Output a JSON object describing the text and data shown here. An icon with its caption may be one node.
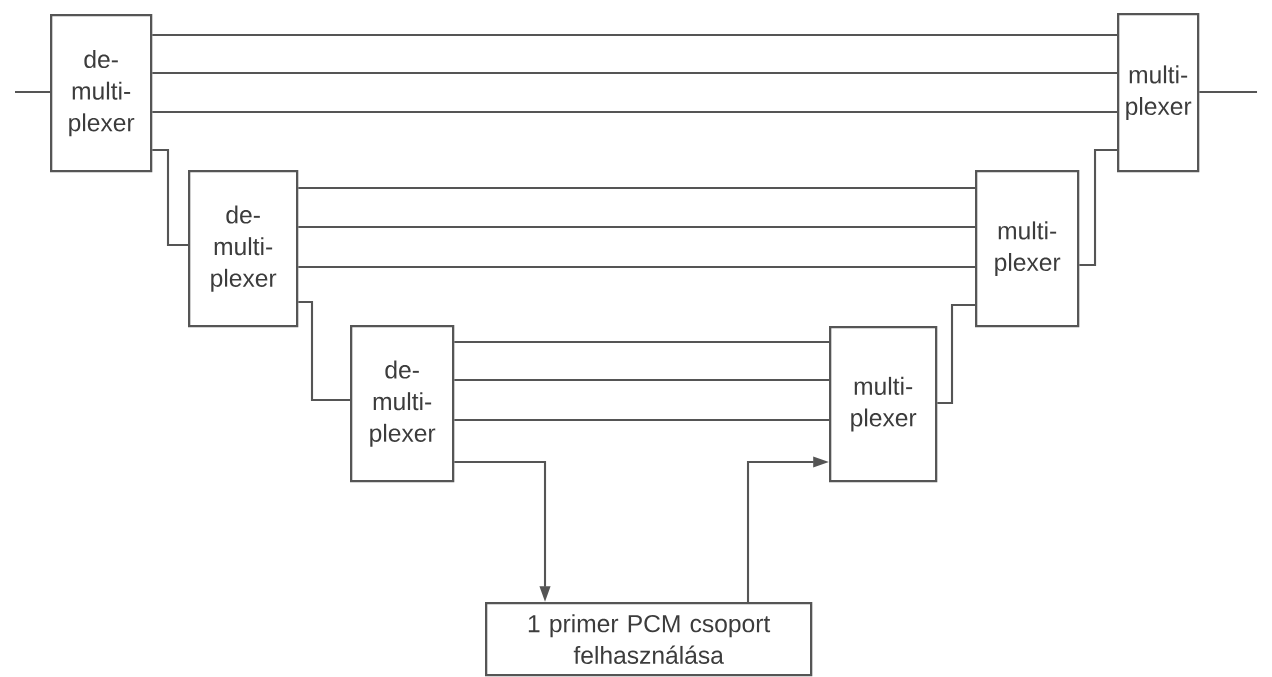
{
  "diagram": {
    "nodes": [
      {
        "text": [
          "de- multi- plexer"
        ]
      },
      {
        "text": [
          "multi- plexer"
        ]
      },
      {
        "text": [
          "de- multi- plexer"
        ]
      },
      {
        "text": [
          "multi- plexer"
        ]
      },
      {
        "text": [
          "de- multi- plexer"
        ]
      },
      {
        "text": [
          "multi- plexer"
        ]
      },
      {
        "text": [
          "1 primer PCM csoport felhasználása"
        ]
      }
    ],
    "edges": [
      {
        "from": null,
        "to": 0,
        "arrow": "none"
      },
      {
        "from": 0,
        "to": 1,
        "arrow": "none"
      },
      {
        "from": 0,
        "to": 1,
        "arrow": "none"
      },
      {
        "from": 0,
        "to": 1,
        "arrow": "none"
      },
      {
        "from": 1,
        "to": null,
        "arrow": "none"
      },
      {
        "from": 0,
        "to": 2,
        "arrow": "none"
      },
      {
        "from": 2,
        "to": 3,
        "arrow": "none"
      },
      {
        "from": 2,
        "to": 3,
        "arrow": "none"
      },
      {
        "from": 2,
        "to": 3,
        "arrow": "none"
      },
      {
        "from": 3,
        "to": 1,
        "arrow": "none"
      },
      {
        "from": 2,
        "to": 4,
        "arrow": "none"
      },
      {
        "from": 4,
        "to": 5,
        "arrow": "none"
      },
      {
        "from": 4,
        "to": 5,
        "arrow": "none"
      },
      {
        "from": 4,
        "to": 5,
        "arrow": "none"
      },
      {
        "from": 5,
        "to": 3,
        "arrow": "none"
      },
      {
        "from": 4,
        "to": 6,
        "arrow": "to"
      },
      {
        "from": 6,
        "to": 5,
        "arrow": "to"
      }
    ]
  }
}
